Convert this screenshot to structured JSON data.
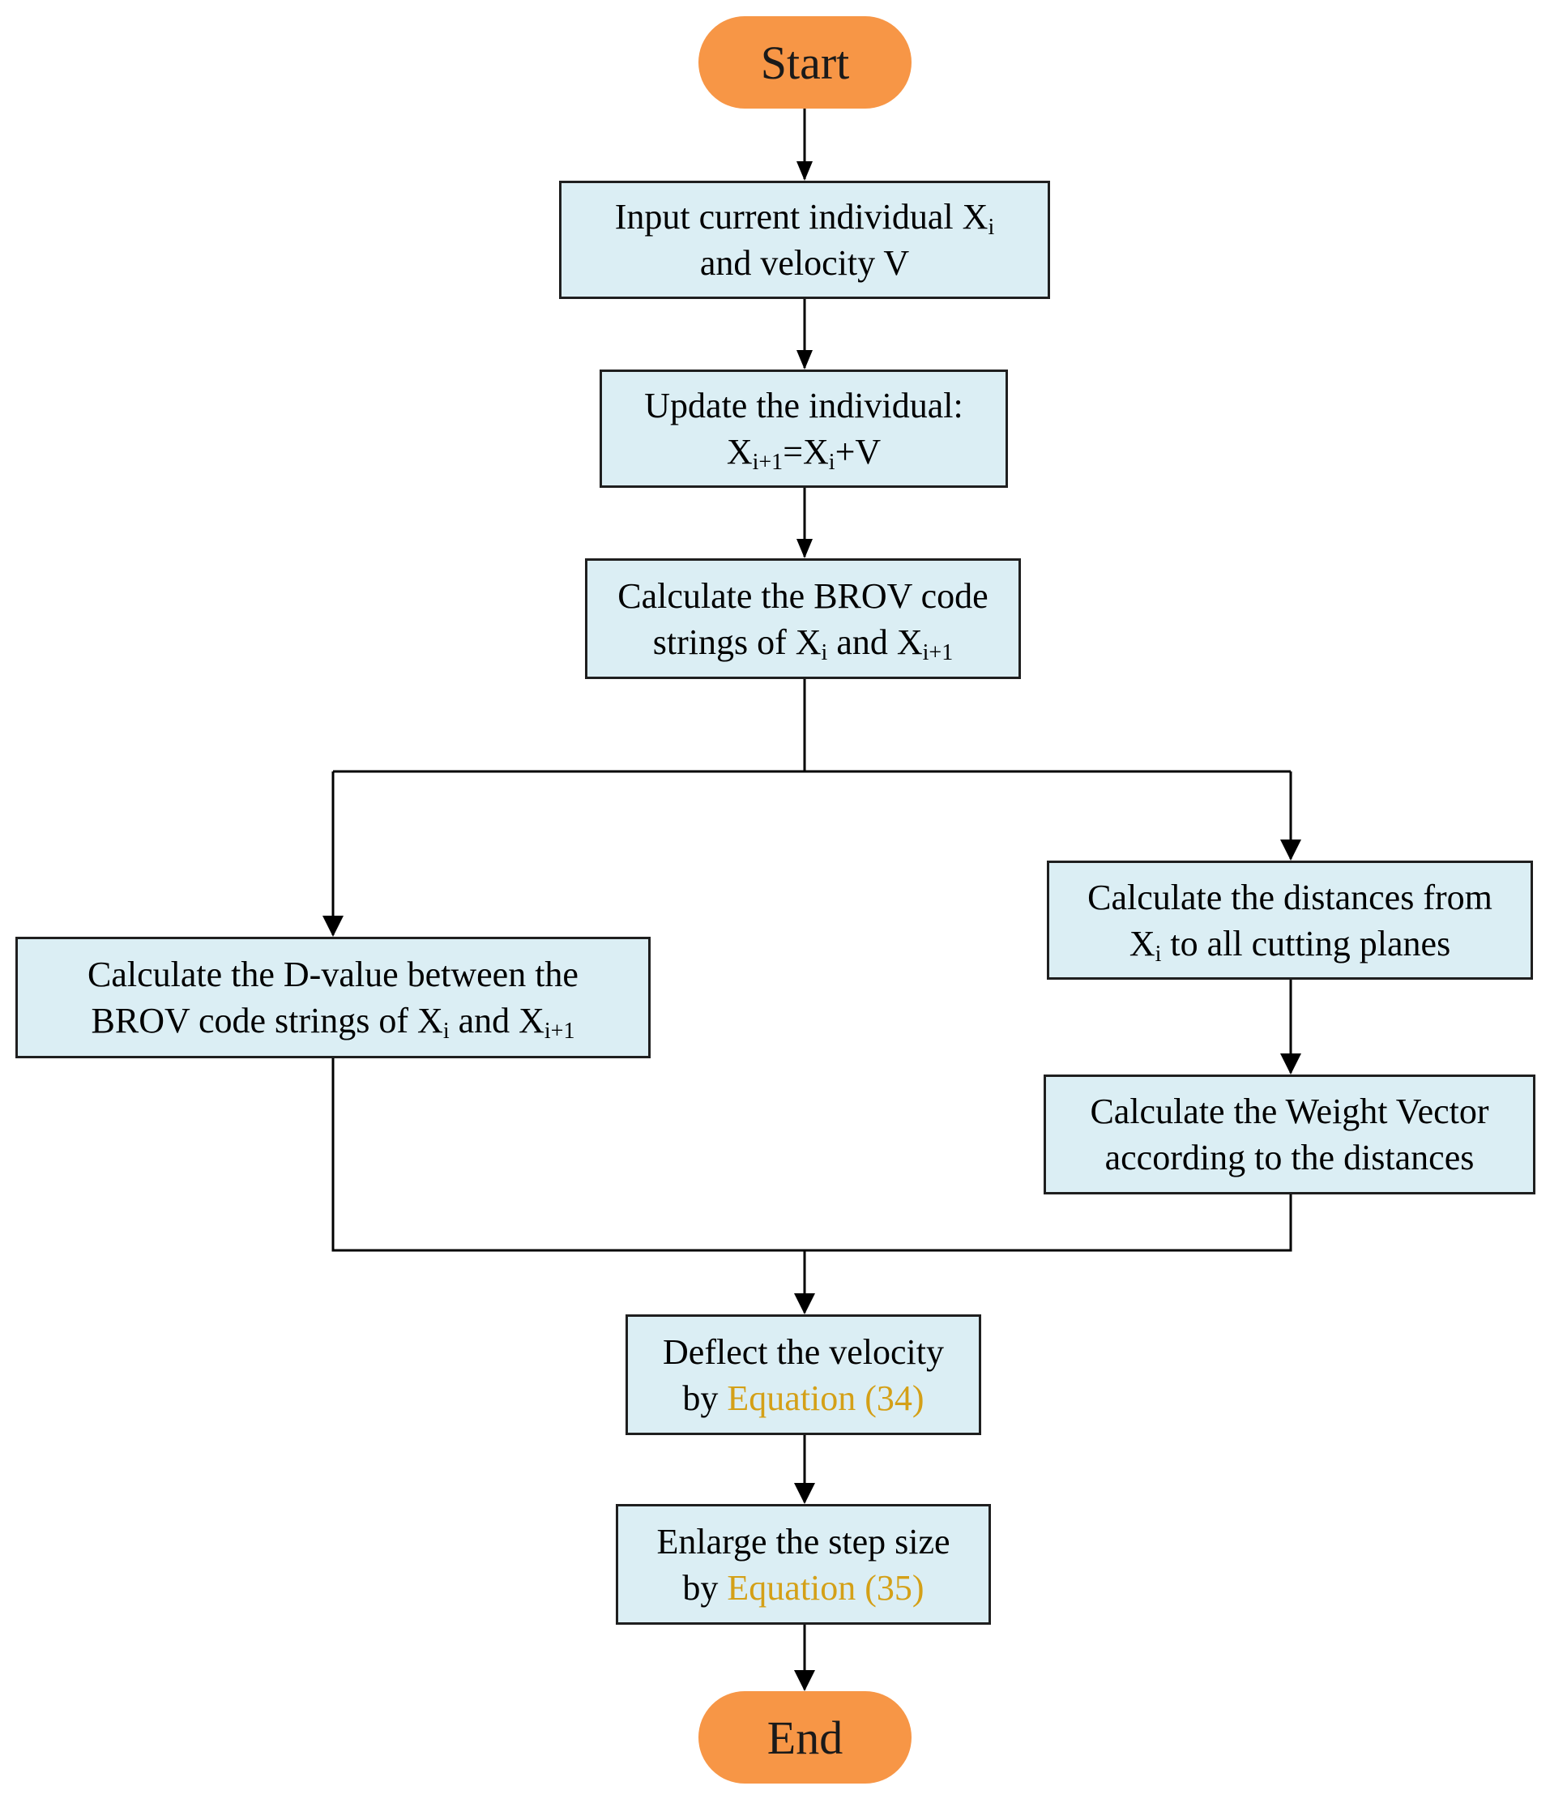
{
  "start": {
    "label": "Start"
  },
  "end": {
    "label": "End"
  },
  "steps": {
    "input": {
      "line1": "Input current individual X",
      "line1_sub": "i",
      "line2": "and velocity V"
    },
    "update": {
      "line1": "Update the individual:",
      "line2_a": "X",
      "line2_sub1": "i+1",
      "line2_b": "=X",
      "line2_sub2": "i",
      "line2_c": "+V"
    },
    "brov": {
      "line1": "Calculate the BROV code",
      "line2_a": "strings of X",
      "line2_sub1": "i",
      "line2_b": " and X",
      "line2_sub2": "i+1"
    },
    "dvalue": {
      "line1": "Calculate the D-value between the",
      "line2_a": "BROV code strings of X",
      "line2_sub1": "i",
      "line2_b": " and X",
      "line2_sub2": "i+1"
    },
    "distances": {
      "line1": "Calculate the distances from",
      "line2_a": "X",
      "line2_sub1": "i",
      "line2_b": " to all cutting planes"
    },
    "weight": {
      "line1": "Calculate the Weight Vector",
      "line2": "according to the distances"
    },
    "deflect": {
      "line1": "Deflect the velocity",
      "line2_a": "by ",
      "line2_ref": "Equation (34)"
    },
    "enlarge": {
      "line1": "Enlarge the step size",
      "line2_a": "by ",
      "line2_ref": "Equation (35)"
    }
  },
  "colors": {
    "terminal_fill": "#f79646",
    "process_fill": "#dbeef4",
    "border": "#1f1f1f",
    "equation_ref": "#d4a017"
  }
}
